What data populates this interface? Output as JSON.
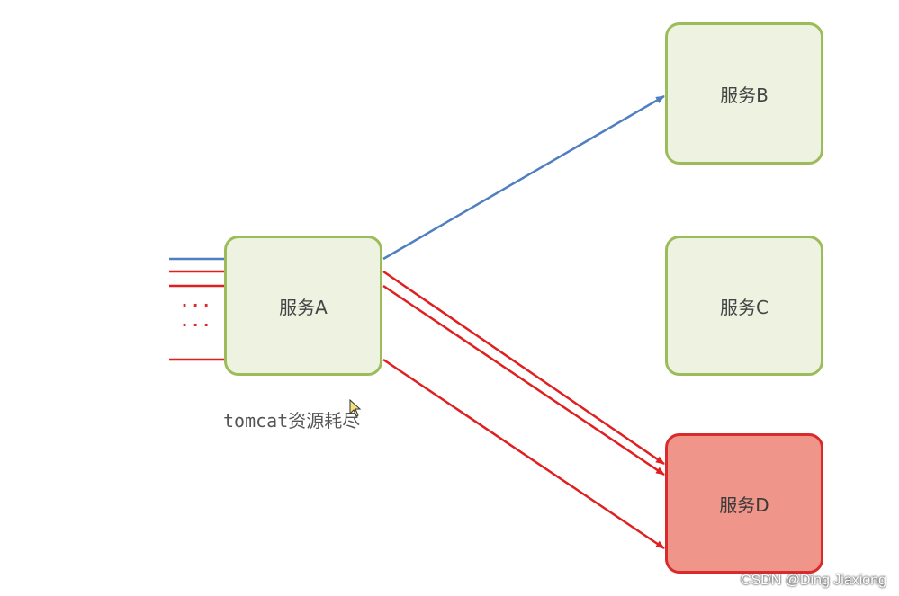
{
  "nodes": {
    "a": "服务A",
    "b": "服务B",
    "c": "服务C",
    "d": "服务D"
  },
  "caption": "tomcat资源耗尽",
  "ellipsis": [
    "···",
    "···"
  ],
  "watermark": "CSDN @Ding Jiaxiong",
  "colors": {
    "node_border": "#9cbb59",
    "node_fill": "#eef2e1",
    "alert_fill": "#f0958a",
    "alert_border": "#d92b2b",
    "request_blue": "#4f7fbf",
    "request_red": "#e01f1f"
  }
}
